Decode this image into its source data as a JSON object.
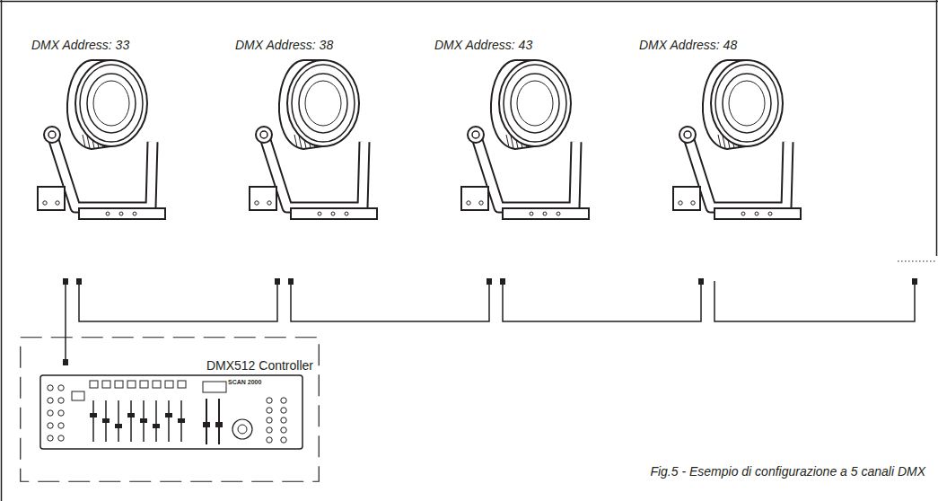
{
  "diagram": {
    "caption": "Fig.5 - Esempio di configurazione a 5 canali DMX",
    "nodes": [
      {
        "text": [
          "DMX Address: 33"
        ]
      },
      {
        "text": [
          "DMX Address: 38"
        ]
      },
      {
        "text": [
          "DMX Address: 43"
        ]
      },
      {
        "text": [
          "DMX Address: 48"
        ]
      },
      {
        "text": [
          "DMX512 Controller"
        ]
      }
    ],
    "edges": [
      {
        "from": 4,
        "to": 0,
        "arrow": "none"
      },
      {
        "from": 0,
        "to": 1,
        "arrow": "none"
      },
      {
        "from": 1,
        "to": 2,
        "arrow": "none"
      },
      {
        "from": 2,
        "to": 3,
        "arrow": "none"
      }
    ],
    "labels": [
      "SCAN 2000"
    ]
  }
}
